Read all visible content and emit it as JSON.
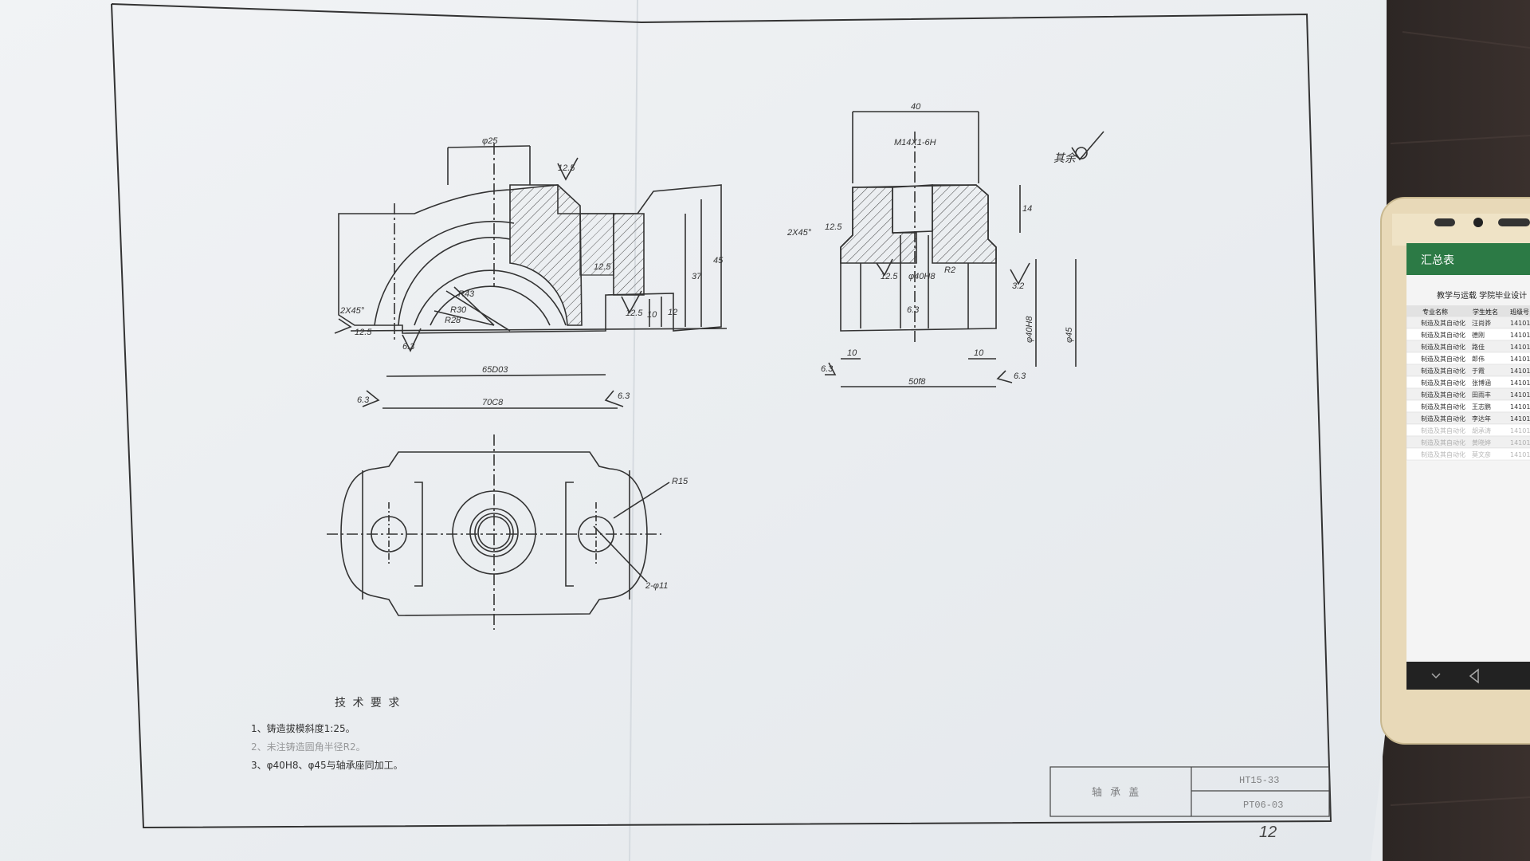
{
  "paper": {
    "technical_requirements": {
      "title": "技 术 要 求",
      "items": [
        "1、铸造拔模斜度1:25。",
        "2、未注铸造圆角半径R2。",
        "3、φ40H8、φ45与轴承座同加工。"
      ]
    },
    "title_block": {
      "part_name": "轴 承 盖",
      "material": "HT15-33",
      "drawing_no": "PT06-03"
    },
    "page_number": "12",
    "surface_note": "其余"
  },
  "front_view": {
    "dims": {
      "bore_top": "φ25",
      "r_outer": "R43",
      "r_mid": "R30",
      "r_inner": "R28",
      "height_total": "45",
      "height_37": "37",
      "height_12": "12",
      "height_10": "10",
      "chamfer": "2X45°",
      "width_inner": "65D03",
      "width_outer": "70C8",
      "rough_top": "12.5",
      "rough_side": "12.5",
      "rough_left": "12.5",
      "rough_bottom": "6.3",
      "rough_bl": "6.3",
      "rough_br": "6.3",
      "rough_step": "12.5"
    }
  },
  "side_view": {
    "dims": {
      "width_top": "40",
      "thread": "M14X1-6H",
      "height_14": "14",
      "chamfer": "2X45°",
      "rough_chamfer": "12.5",
      "fit_bore": "φ40H8",
      "fillet": "R2",
      "rough_bore": "12.5",
      "rough_right": "3.2",
      "rough_mid": "6.3",
      "dia_40": "φ40H8",
      "dia_45": "φ45",
      "step_left": "10",
      "step_right": "10",
      "width_bottom": "50f8",
      "rough_bl": "6.3",
      "rough_br": "6.3"
    }
  },
  "top_view": {
    "dims": {
      "radius": "R15",
      "holes": "2-φ11"
    }
  },
  "phone": {
    "sheet_title": "汇总表",
    "banner": "教学与运载 学院毕业设计",
    "headers": [
      "专业名称",
      "学生姓名",
      "班级号"
    ],
    "rows": [
      [
        "制造及其自动化",
        "汪尚骅",
        "14101"
      ],
      [
        "制造及其自动化",
        "德刚",
        "14101"
      ],
      [
        "制造及其自动化",
        "路佳",
        "14101"
      ],
      [
        "制造及其自动化",
        "郎伟",
        "14101"
      ],
      [
        "制造及其自动化",
        "于霞",
        "14101"
      ],
      [
        "制造及其自动化",
        "张博涵",
        "14101"
      ],
      [
        "制造及其自动化",
        "田雨丰",
        "14101"
      ],
      [
        "制造及其自动化",
        "王志鹏",
        "14101"
      ],
      [
        "制造及其自动化",
        "李达年",
        "14101"
      ],
      [
        "制造及其自动化",
        "胡承涛",
        "14101"
      ],
      [
        "制造及其自动化",
        "黄晓婷",
        "14101"
      ],
      [
        "制造及其自动化",
        "莫文彦",
        "14101"
      ]
    ],
    "colors": {
      "body": "#e8d9b8",
      "screen": "#f4f4f4",
      "header": "#2c7a45"
    }
  }
}
